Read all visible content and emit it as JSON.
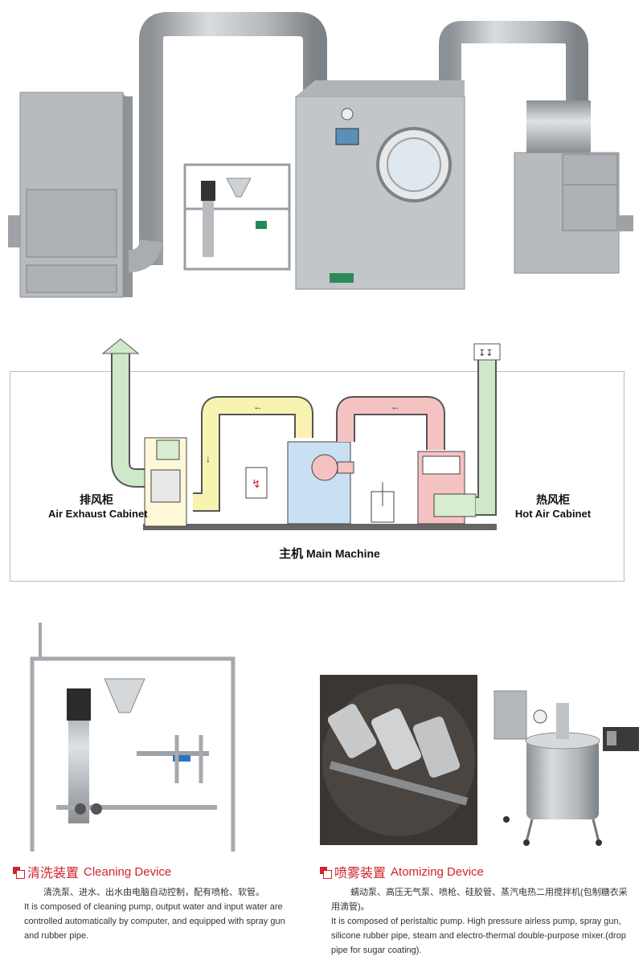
{
  "diagram": {
    "exhaust_zh": "排风柜",
    "exhaust_en": "Air Exhaust Cabinet",
    "hot_zh": "热风柜",
    "hot_en": "Hot Air Cabinet",
    "main_zh": "主机",
    "main_en": "Main Machine"
  },
  "cleaning": {
    "title_zh": "清洗装置",
    "title_en": "Cleaning Device",
    "desc_zh": "清洗泵、进水、出水由电脑自动控制，配有喷枪、软管。",
    "desc_en": "It is composed of cleaning pump, output water and input water are controlled automatically by computer, and equipped with spray gun and rubber pipe."
  },
  "atomizing": {
    "title_zh": "喷雾装置",
    "title_en": "Atomizing Device",
    "desc_zh": "蠕动泵、高压无气泵、喷枪、硅胶管、蒸汽电热二用搅拌机(包制糖衣采用滴管)。",
    "desc_en": "It is composed of peristaltic pump. High pressure airless pump, spray gun, silicone rubber pipe, steam and electro-thermal double-purpose mixer.(drop pipe for sugar coating)."
  },
  "colors": {
    "accent": "#d2232a",
    "exhaust_duct": "#cfe8c9",
    "transfer_duct": "#f8f3b0",
    "hot_duct": "#f5c2c2",
    "machine": "#c9dff2"
  }
}
